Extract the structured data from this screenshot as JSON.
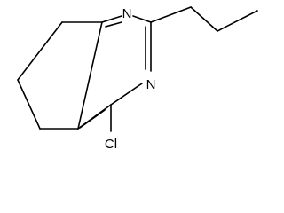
{
  "molecule": {
    "atoms": {
      "n1": "N",
      "n3": "N",
      "cl": "Cl"
    }
  }
}
